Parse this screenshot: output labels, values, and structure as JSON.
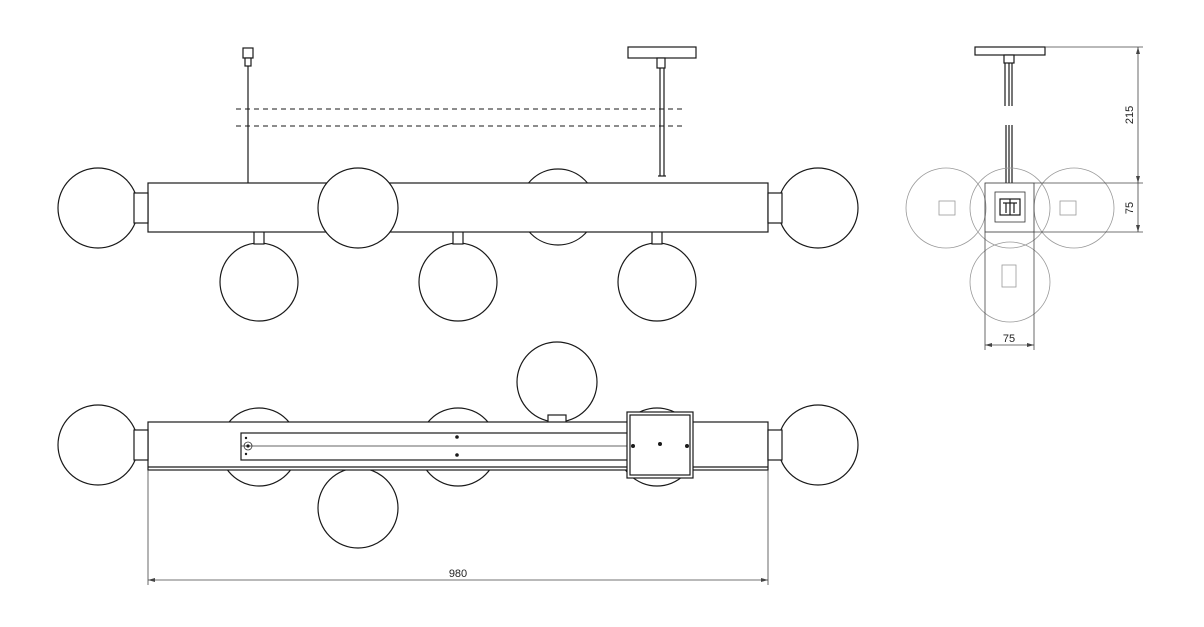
{
  "dimensions": {
    "total_length": "980",
    "side_height": "215",
    "side_body": "75",
    "side_width": "75"
  },
  "colors": {
    "line": "#1a1a1a",
    "faint": "#9a9a9a",
    "background": "#ffffff"
  }
}
